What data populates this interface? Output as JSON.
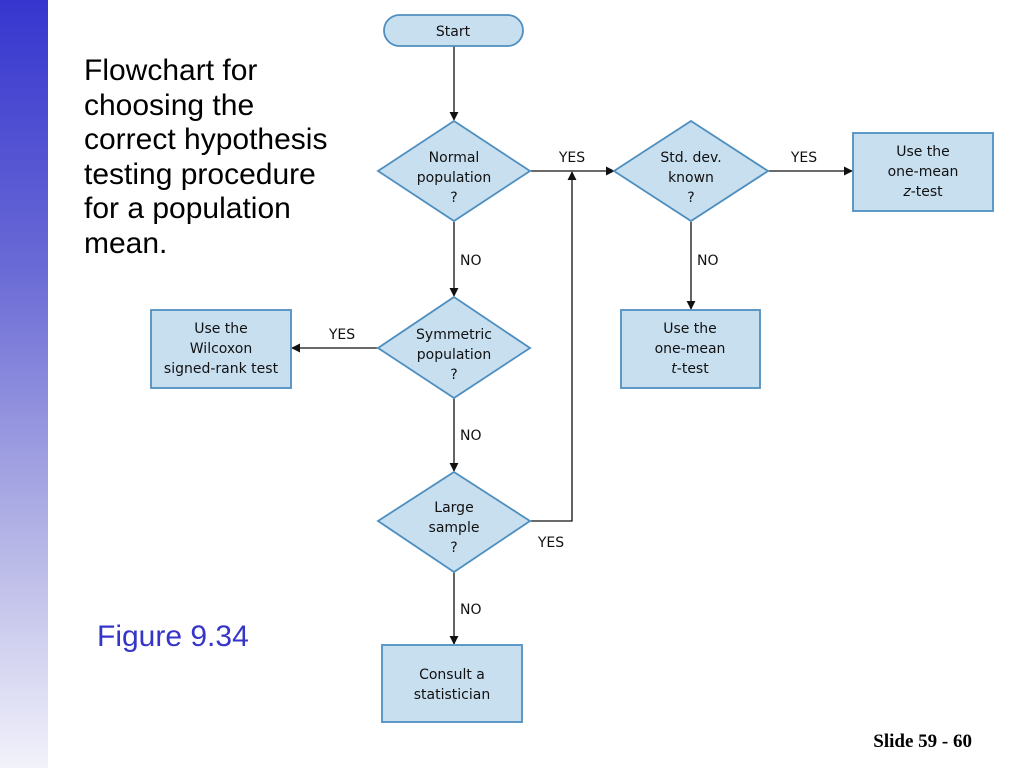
{
  "slide": {
    "caption_lines": [
      "Flowchart for",
      "choosing the",
      "correct hypothesis",
      "testing procedure",
      "for a population",
      "mean."
    ],
    "figure_label": "Figure 9.34",
    "slide_number": "Slide 59 - 60"
  },
  "colors": {
    "sidebar_top": "#3636cf",
    "node_fill": "#c8dff0",
    "node_stroke": "#4f8fbf",
    "figure_label": "#3535c8"
  },
  "flowchart": {
    "start": "Start",
    "normal": {
      "line1": "Normal",
      "line2": "population",
      "line3": "?"
    },
    "stddev": {
      "line1": "Std. dev.",
      "line2": "known",
      "line3": "?"
    },
    "ztest": {
      "line1": "Use the",
      "line2": "one-mean",
      "line3_italic": "z",
      "line3_rest": "-test"
    },
    "ttest": {
      "line1": "Use the",
      "line2": "one-mean",
      "line3_italic": "t",
      "line3_rest": "-test"
    },
    "symmetric": {
      "line1": "Symmetric",
      "line2": "population",
      "line3": "?"
    },
    "wilcoxon": {
      "line1": "Use the",
      "line2": "Wilcoxon",
      "line3": "signed-rank test"
    },
    "large": {
      "line1": "Large",
      "line2": "sample",
      "line3": "?"
    },
    "consult": {
      "line1": "Consult a",
      "line2": "statistician"
    },
    "labels": {
      "normal_yes": "YES",
      "normal_no": "NO",
      "stddev_yes": "YES",
      "stddev_no": "NO",
      "symmetric_yes": "YES",
      "symmetric_no": "NO",
      "large_yes": "YES",
      "large_no": "NO"
    }
  }
}
